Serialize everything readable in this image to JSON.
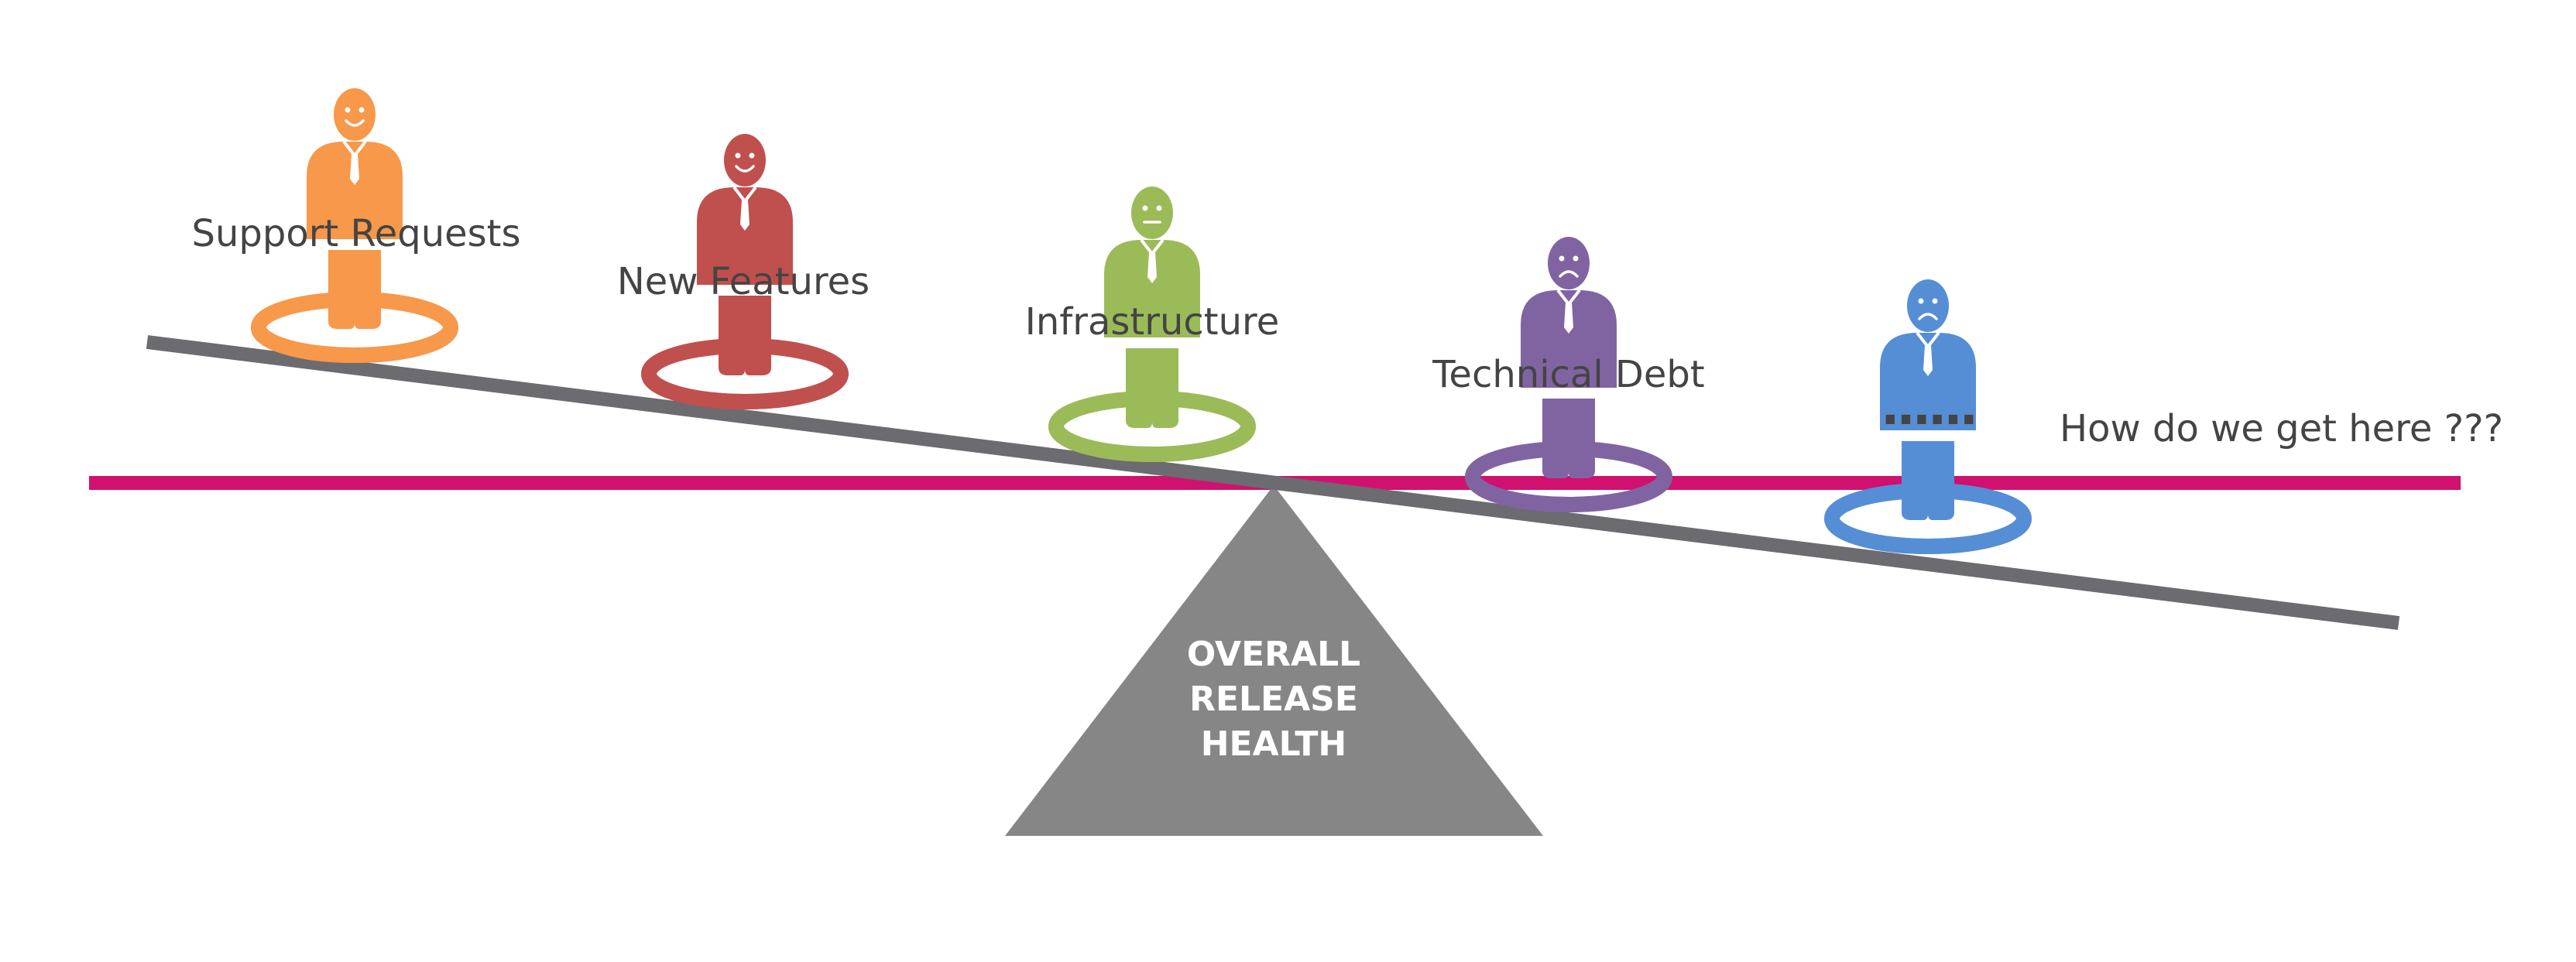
{
  "colors": {
    "target_line": "#d0116f",
    "beam": "#6b6b70",
    "fulcrum": "#868686",
    "label_text": "#444444",
    "fulcrum_text": "#ffffff"
  },
  "fulcrum": {
    "lines": [
      "OVERALL",
      "RELEASE",
      "HEALTH"
    ]
  },
  "goal_label": "How do we get here ???",
  "figures": [
    {
      "id": "support-requests",
      "label": "Support Requests",
      "color": "#f7984a",
      "mood": "happy"
    },
    {
      "id": "new-features",
      "label": "New Features",
      "color": "#c0504d",
      "mood": "happy"
    },
    {
      "id": "infrastructure",
      "label": "Infrastructure",
      "color": "#9bbb59",
      "mood": "neutral"
    },
    {
      "id": "technical-debt",
      "label": "Technical Debt",
      "color": "#8064a2",
      "mood": "sad"
    },
    {
      "id": "unknown",
      "label": "",
      "color": "#558ed5",
      "mood": "sad",
      "placeholder": "......"
    }
  ]
}
